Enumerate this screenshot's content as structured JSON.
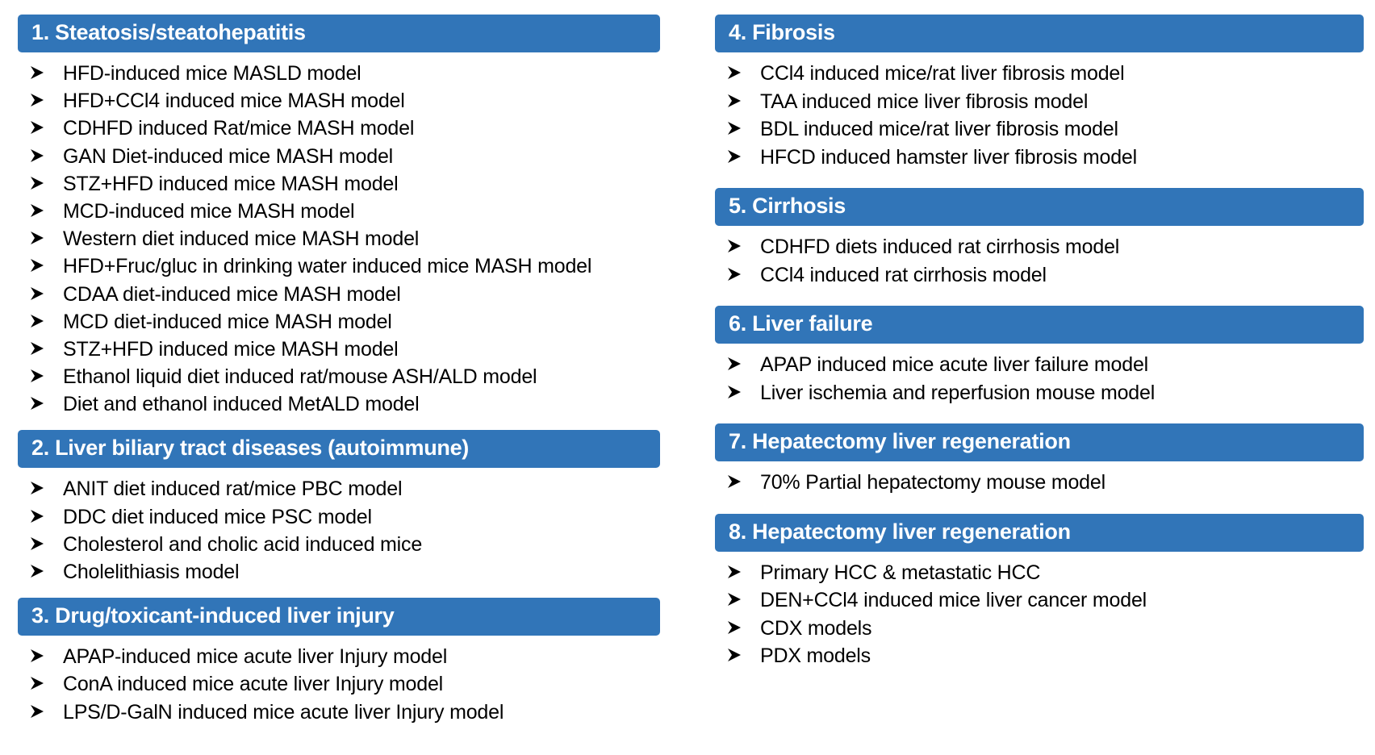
{
  "slide": {
    "accent_color": "#3175B8",
    "header_text_color": "#FFFFFF",
    "body_text_color": "#000000",
    "background_color": "#FFFFFF",
    "bullet_icon": "arrowhead-bullet-icon"
  },
  "columns": [
    {
      "id": "left",
      "sections": [
        {
          "header": "1. Steatosis/steatohepatitis",
          "items": [
            "HFD-induced mice MASLD model",
            "HFD+CCl4 induced mice MASH model",
            "CDHFD induced Rat/mice MASH model",
            "GAN Diet-induced mice MASH model",
            "STZ+HFD induced mice MASH model",
            "MCD-induced mice MASH model",
            "Western diet induced mice MASH model",
            "HFD+Fruc/gluc in drinking water induced mice MASH model",
            "CDAA diet-induced mice MASH model",
            "MCD diet-induced mice MASH model",
            "STZ+HFD induced mice MASH model",
            "Ethanol liquid diet induced rat/mouse ASH/ALD model",
            "Diet and ethanol induced MetALD model"
          ]
        },
        {
          "header": "2. Liver biliary tract diseases (autoimmune)",
          "items": [
            "ANIT diet induced rat/mice PBC model",
            "DDC diet induced mice PSC model",
            "Cholesterol and cholic acid induced mice",
            "Cholelithiasis model"
          ]
        },
        {
          "header": "3. Drug/toxicant-induced liver injury",
          "items": [
            "APAP-induced mice acute liver Injury model",
            "ConA induced mice acute liver Injury model",
            "LPS/D-GalN induced mice acute liver Injury model"
          ]
        }
      ]
    },
    {
      "id": "right",
      "sections": [
        {
          "header": "4. Fibrosis",
          "items": [
            "CCl4 induced mice/rat liver fibrosis model",
            "TAA induced mice liver fibrosis model",
            "BDL induced mice/rat liver fibrosis model",
            "HFCD induced hamster liver fibrosis model"
          ]
        },
        {
          "header": "5. Cirrhosis",
          "items": [
            "CDHFD diets induced rat cirrhosis model",
            "CCl4  induced rat cirrhosis model"
          ]
        },
        {
          "header": "6. Liver failure",
          "items": [
            "APAP induced mice acute liver failure model",
            "Liver ischemia and reperfusion mouse model"
          ]
        },
        {
          "header": "7. Hepatectomy liver regeneration",
          "items": [
            "70% Partial hepatectomy mouse model"
          ]
        },
        {
          "header": "8. Hepatectomy liver regeneration",
          "items": [
            "Primary HCC & metastatic HCC",
            "DEN+CCl4 induced mice liver cancer model",
            "CDX models",
            "PDX models"
          ]
        }
      ]
    }
  ]
}
